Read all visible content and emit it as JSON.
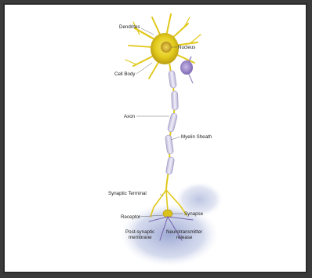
{
  "diagram": {
    "labels": {
      "dendrites": "Dendrites",
      "nucleus": "Nucleus",
      "cell_body": "Cell Body",
      "axon": "Axon",
      "myelin_sheath": "Myelin Sheath",
      "synaptic_terminal": "Synaptic Terminal",
      "synapse": "Synapse",
      "receptor": "Receptor",
      "post_synaptic_line1": "Post-synaptic",
      "post_synaptic_line2": "membrane",
      "neurotransmitter_line1": "Neurotransmitter",
      "neurotransmitter_line2": "release"
    },
    "colors": {
      "neuron_yellow": "#e8d21a",
      "neuron_yellow_dark": "#b99a12",
      "myelin": "#d9d6ea",
      "purple_cell": "#8f7cc0",
      "postsynaptic_blue": "#aeb8d8"
    }
  }
}
